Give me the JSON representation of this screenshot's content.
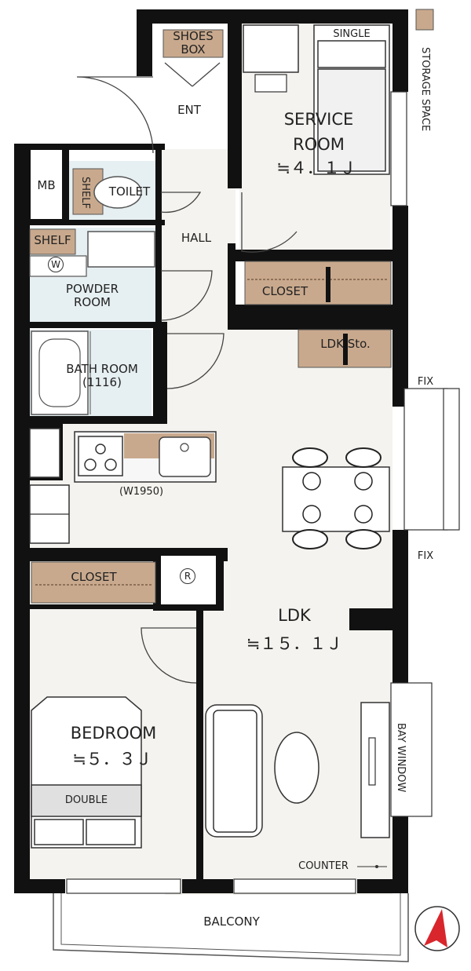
{
  "rooms": {
    "service_room": {
      "name_line1": "SERVICE",
      "name_line2": "ROOM",
      "area": "≒４．１Ｊ"
    },
    "ldk": {
      "name": "LDK",
      "area": "≒１５．１Ｊ"
    },
    "bedroom": {
      "name": "BEDROOM",
      "area": "≒５．３Ｊ"
    },
    "bath_room": {
      "name": "BATH ROOM",
      "size": "(1116)"
    },
    "powder_room": {
      "name_line1": "POWDER",
      "name_line2": "ROOM"
    },
    "toilet": "TOILET",
    "hall": "HALL",
    "entrance": "ENT",
    "balcony": "BALCONY"
  },
  "fixtures": {
    "shoes_box_line1": "SHOES",
    "shoes_box_line2": "BOX",
    "single_bed": "SINGLE",
    "double_bed": "DOUBLE",
    "closet_service": "CLOSET",
    "closet_bedroom": "CLOSET",
    "ldk_storage": "LDK Sto.",
    "shelf_toilet": "SHELF",
    "shelf_powder": "SHELF",
    "washer_symbol": "W",
    "fridge_symbol": "R",
    "meter_box": "MB",
    "kitchen_width": "(W1950)",
    "bay_window": "BAY WINDOW",
    "counter": "COUNTER",
    "fix_top": "FIX",
    "fix_bottom": "FIX"
  },
  "legend": {
    "storage_space": "STORAGE SPACE"
  },
  "colors": {
    "wall": "#111111",
    "floor": "#f4f3ef",
    "wet_area": "#e6eff1",
    "storage": "#c9a98d",
    "compass_red": "#d8262c"
  }
}
